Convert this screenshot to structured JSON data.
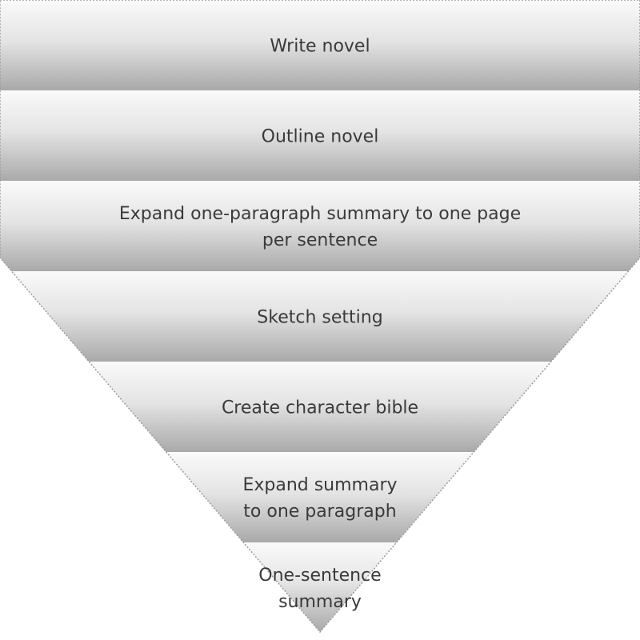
{
  "diagram": {
    "type": "inverted-funnel",
    "colors": {
      "band_light": "#fafafa",
      "band_dark": "#a8a8a8",
      "text": "#3a3a3a"
    },
    "layers": [
      {
        "lines": [
          "Write novel"
        ]
      },
      {
        "lines": [
          "Outline novel"
        ]
      },
      {
        "lines": [
          "Expand one-paragraph summary to one page",
          "per sentence"
        ]
      },
      {
        "lines": [
          "Sketch setting"
        ]
      },
      {
        "lines": [
          "Create character bible"
        ]
      },
      {
        "lines": [
          "Expand summary",
          "to one paragraph"
        ]
      },
      {
        "lines": [
          "One-sentence",
          "summary"
        ]
      }
    ]
  }
}
